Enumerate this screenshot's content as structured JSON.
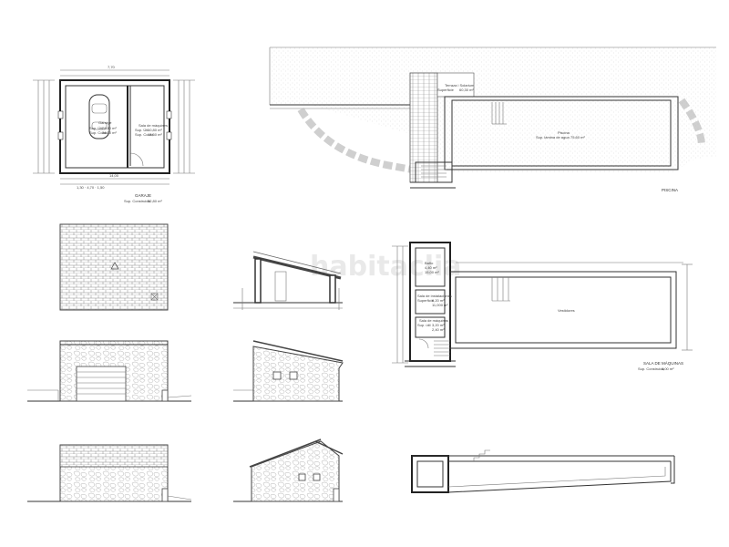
{
  "watermark": "habitaclia",
  "garage": {
    "room_label": "Garatge",
    "room_sup_util": "Sup. Útil",
    "room_sup_const": "Sup. Const.",
    "room_val1": "28,80 m²",
    "room_val2": "34,00 m²",
    "machine_label": "Sala de màquines",
    "machine_sup_util": "Sup. Útil",
    "machine_sup_const": "Sup. Const.",
    "machine_val1": "10,80 m²",
    "machine_val2": "13,60 m²",
    "title": "GARAJE",
    "subtitle": "Sup. Construida",
    "area": "52,80 m²",
    "dims_top": "7,70",
    "dims_bottom": "14,00",
    "dims_bottom2": "1,30 · 4,70 · 1,50"
  },
  "pool": {
    "terrace_label": "Terraza i Solarium",
    "terrace_sup": "Superficie",
    "terrace_area": "60,30 m²",
    "pool_label": "Piscina",
    "pool_sup": "Sup. lámina de agua",
    "pool_area": "75,60 m²",
    "title": "PISCINA"
  },
  "machine_room": {
    "room1_label": "Baño",
    "room1_area": "4,40 m²",
    "room1_const": "15,00 m²",
    "room2_label": "Sala de instalaciones",
    "room2_sup": "Superficie",
    "room2_area": "6,20 m²",
    "room2_const": "11,000 m²",
    "room3_label": "Sala de máquinas",
    "room3_sup": "Sup. útil",
    "room3_area": "3,20 m²",
    "room3_const": "2,40 m²",
    "center_label": "Vestidores",
    "title": "SALA DE MÁQUINAS",
    "subtitle": "Sup. Construida",
    "area": "4,00 m²"
  }
}
